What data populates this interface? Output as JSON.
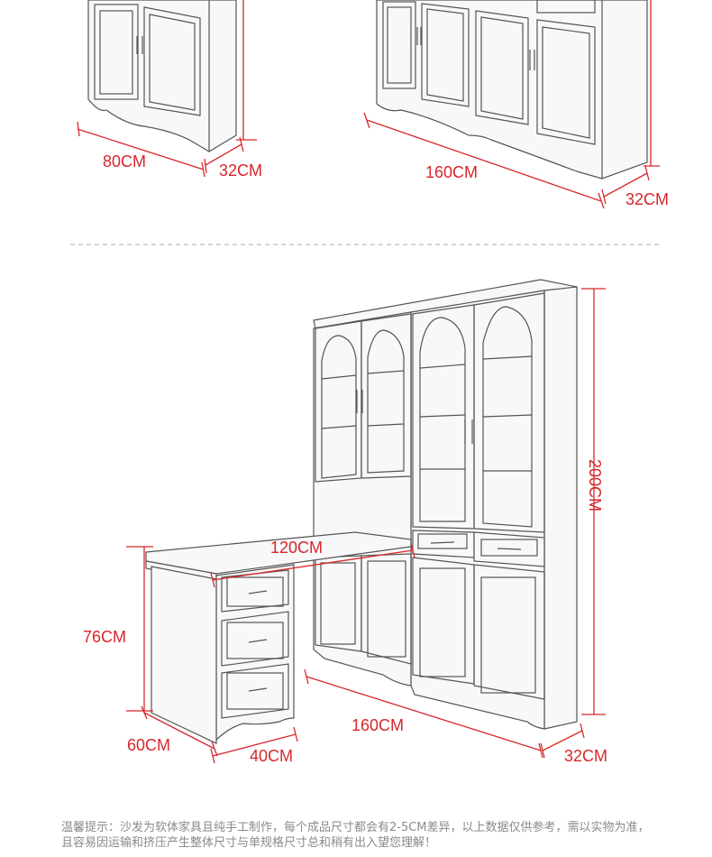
{
  "top_section": {
    "left_cabinet": {
      "width_label": "80CM",
      "depth_label": "32CM"
    },
    "right_cabinet": {
      "width_label": "160CM",
      "depth_label": "32CM"
    }
  },
  "bottom_section": {
    "desk_length_label": "120CM",
    "desk_height_label": "76CM",
    "height_label": "200CM",
    "desk_depth_label": "60CM",
    "drawer_width_label": "40CM",
    "cabinet_width_label": "160CM",
    "cabinet_depth_label": "32CM"
  },
  "tip": {
    "line1": "温馨提示：沙发为软体家具且纯手工制作，每个成品尺寸都会有2-5CM差异，以上数据仅供参考，需以实物为准，",
    "line2": "且容易因运输和挤压产生整体尺寸与单规格尺寸总和稍有出入望您理解！"
  },
  "colors": {
    "dimension": "#d7262b",
    "line": "#555555",
    "fill": "#f7f7f7",
    "tip": "#8a8a8a"
  }
}
